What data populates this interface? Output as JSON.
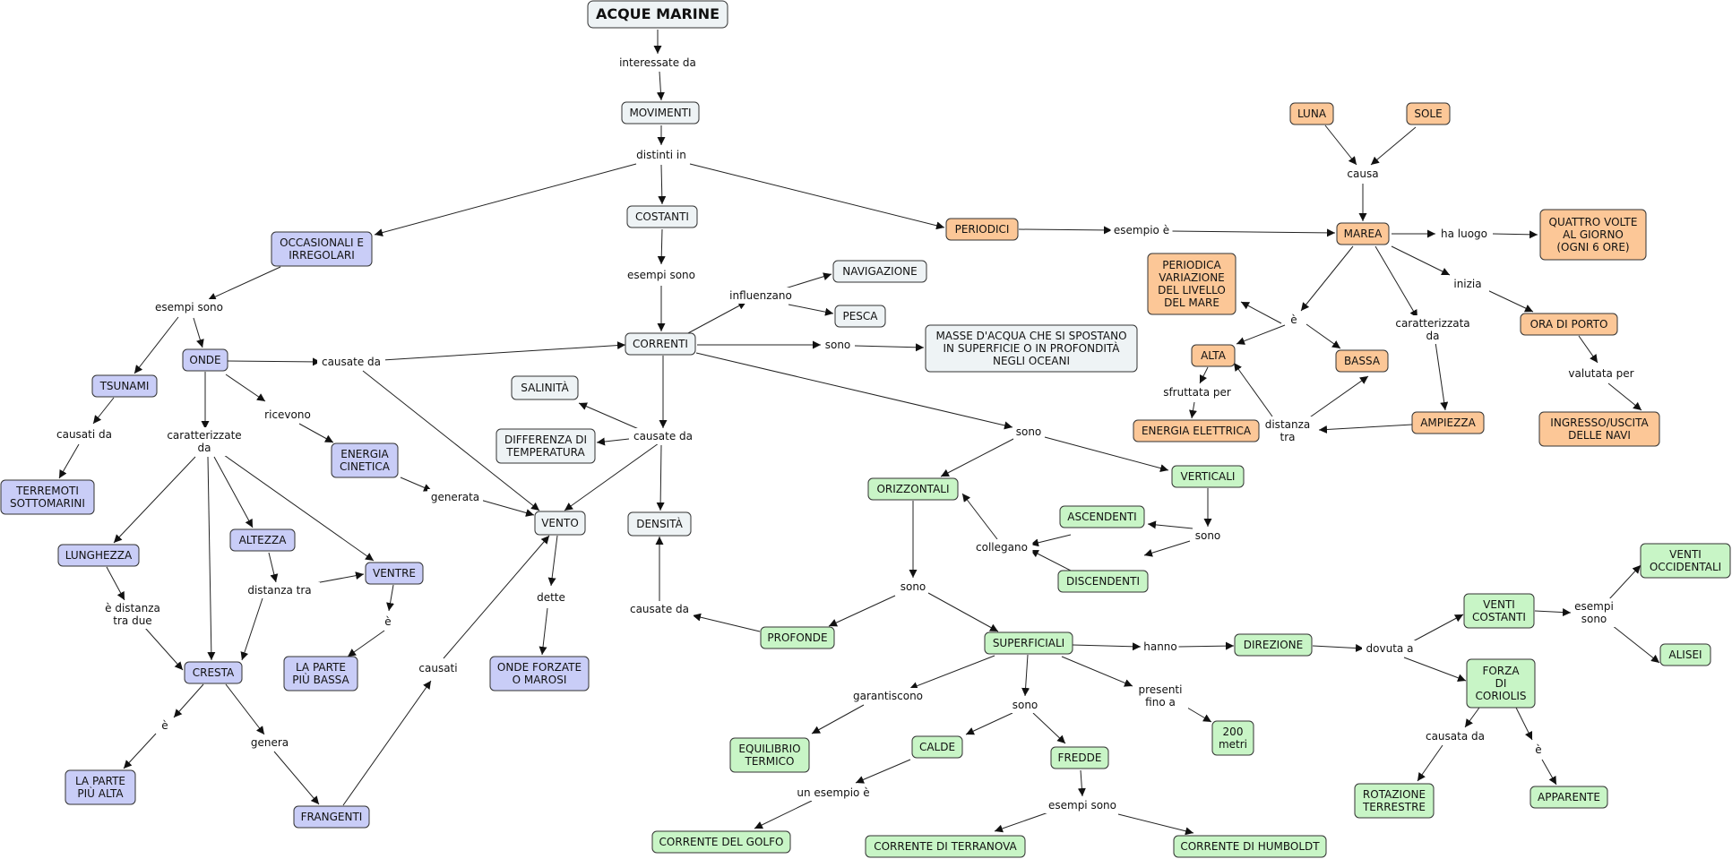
{
  "diagram": {
    "title": "ACQUE MARINE",
    "colors": {
      "grey": "#eef3f5",
      "blue": "#c9cdf7",
      "orange": "#fcc797",
      "green": "#c8f5c6",
      "stroke": "#333333",
      "edge": "#222222"
    },
    "nodes": {
      "acque": "ACQUE MARINE",
      "movimenti": "MOVIMENTI",
      "costanti": "COSTANTI",
      "occasionali": "OCCASIONALI E|IRREGOLARI",
      "periodici": "PERIODICI",
      "correnti": "CORRENTI",
      "navigazione": "NAVIGAZIONE",
      "pesca": "PESCA",
      "masse": "MASSE D'ACQUA CHE SI SPOSTANO|IN SUPERFICIE O IN PROFONDITÀ|NEGLI OCEANI",
      "salinita": "SALINITÀ",
      "diff_temp": "DIFFERENZA DI|TEMPERATURA",
      "vento": "VENTO",
      "densita": "DENSITÀ",
      "onde_forzate": "ONDE FORZATE|O MAROSI",
      "tsunami": "TSUNAMI",
      "onde": "ONDE",
      "terremoti": "TERREMOTI|SOTTOMARINI",
      "energia_cin": "ENERGIA|CINETICA",
      "lunghezza": "LUNGHEZZA",
      "altezza": "ALTEZZA",
      "ventre": "VENTRE",
      "cresta": "CRESTA",
      "parte_bassa": "LA PARTE|PIÙ BASSA",
      "parte_alta": "LA PARTE|PIÙ ALTA",
      "frangenti": "FRANGENTI",
      "luna": "LUNA",
      "sole": "SOLE",
      "marea": "MAREA",
      "quattro_volte": "QUATTRO VOLTE|AL GIORNO|(OGNI 6 ORE)",
      "periodica_var": "PERIODICA|VARIAZIONE|DEL LIVELLO|DEL MARE",
      "alta": "ALTA",
      "bassa": "BASSA",
      "energia_el": "ENERGIA ELETTRICA",
      "ampiezza": "AMPIEZZA",
      "ora_porto": "ORA DI PORTO",
      "ingresso": "INGRESSO/USCITA|DELLE NAVI",
      "orizzontali": "ORIZZONTALI",
      "verticali": "VERTICALI",
      "ascendenti": "ASCENDENTI",
      "discendenti": "DISCENDENTI",
      "profonde": "PROFONDE",
      "superficiali": "SUPERFICIALI",
      "equilibrio": "EQUILIBRIO|TERMICO",
      "calde": "CALDE",
      "fredde": "FREDDE",
      "golfo": "CORRENTE DEL GOLFO",
      "terranova": "CORRENTE DI TERRANOVA",
      "humboldt": "CORRENTE DI HUMBOLDT",
      "m200": "200|metri",
      "direzione": "DIREZIONE",
      "venti_costanti": "VENTI|COSTANTI",
      "venti_occ": "VENTI|OCCIDENTALI",
      "alisei": "ALISEI",
      "coriolis": "FORZA|DI|CORIOLIS",
      "rotazione": "ROTAZIONE|TERRESTRE",
      "apparente": "APPARENTE"
    },
    "links": {
      "interessate": "interessate da",
      "distinti": "distinti in",
      "esempi_costanti": "esempi sono",
      "esempi_occ": "esempi sono",
      "influenzano": "influenzano",
      "sono_masse": "sono",
      "causate_corr": "causate da",
      "dette": "dette",
      "causate_onde": "causate da",
      "causati_tsu": "causati da",
      "ricevono": "ricevono",
      "generata": "generata",
      "caratterizzate": "caratterizzate|da",
      "distanza_due": "è distanza|tra due",
      "distanza_tra": "distanza tra",
      "e_ventre": "è",
      "e_cresta": "è",
      "genera": "genera",
      "causati_fr": "causati",
      "causa": "causa",
      "esempio_e": "esempio è",
      "ha_luogo": "ha luogo",
      "inizia": "inizia",
      "e_marea": "è",
      "caratterizzata": "caratterizzata|da",
      "valutata": "valutata per",
      "sfruttata": "sfruttata per",
      "distanza_alta": "distanza|tra",
      "sono_corr": "sono",
      "collegano": "collegano",
      "sono_vert": "sono",
      "sono_oriz": "sono",
      "causate_dens": "causate da",
      "garantiscono": "garantiscono",
      "sono_sup": "sono",
      "un_esempio": "un esempio è",
      "esempi_fredde": "esempi sono",
      "presenti": "presenti|fino a",
      "hanno": "hanno",
      "dovuta": "dovuta a",
      "esempi_venti": "esempi|sono",
      "causata": "causata da",
      "e_coriolis": "è"
    }
  }
}
